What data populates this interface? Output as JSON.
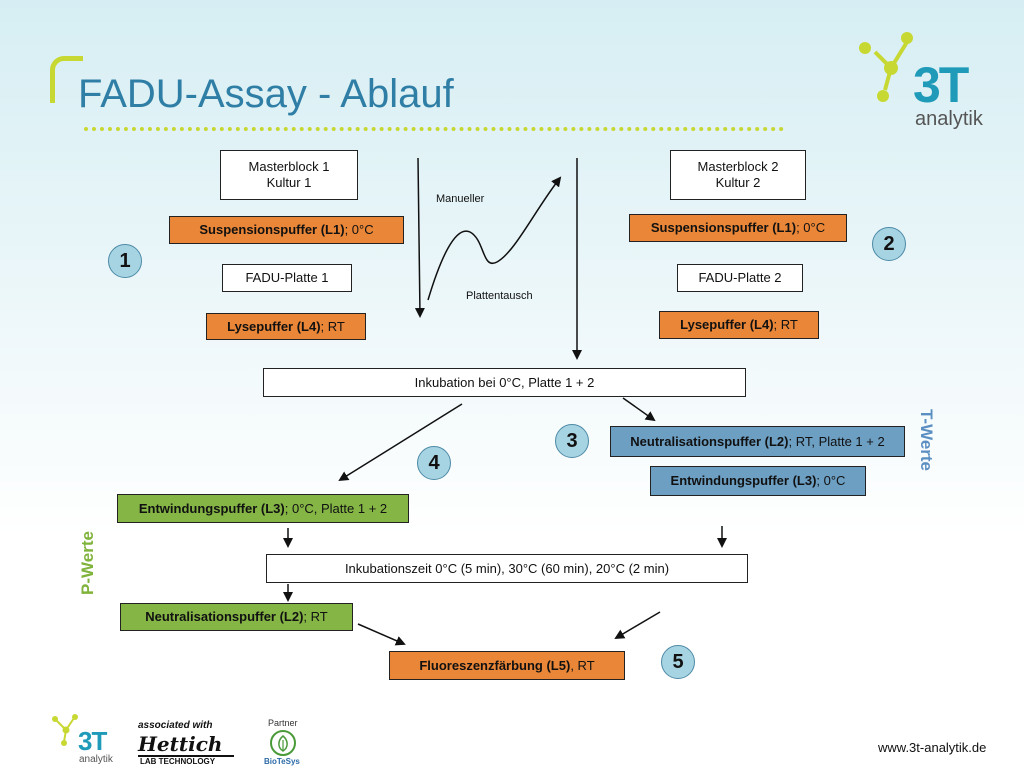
{
  "slide": {
    "title": "FADU-Assay - Ablauf",
    "footer_url": "www.3t-analytik.de"
  },
  "logo_main": {
    "mark": "3T",
    "sub": "analytik",
    "color": "#1f9ab8",
    "accent": "#c8d832"
  },
  "footer_logos": {
    "small_3t": {
      "mark": "3T",
      "sub": "analytik"
    },
    "associated_label": "associated with",
    "hettich_mark": "Hettich",
    "hettich_sub": "LAB TECHNOLOGY",
    "partner_label": "Partner",
    "biotesys": "BioTeSys"
  },
  "diagram": {
    "left_column": {
      "masterblock": [
        "Masterblock 1",
        "Kultur 1"
      ],
      "suspension": {
        "bold": "Suspensionspuffer (L1)",
        "rest": "; 0°C"
      },
      "plate": "FADU-Platte 1",
      "lyse": {
        "bold": "Lysepuffer (L4)",
        "rest": "; RT"
      }
    },
    "right_column": {
      "masterblock": [
        "Masterblock 2",
        "Kultur 2"
      ],
      "suspension": {
        "bold": "Suspensionspuffer (L1)",
        "rest": "; 0°C"
      },
      "plate": "FADU-Platte 2",
      "lyse": {
        "bold": "Lysepuffer (L4)",
        "rest": "; RT"
      }
    },
    "swap_labels": {
      "top": "Manueller",
      "bottom": "Plattentausch"
    },
    "incubation1": "Inkubation  bei 0°C, Platte 1 + 2",
    "t_branch": {
      "neutral": {
        "bold": "Neutralisationspuffer (L2)",
        "rest": "; RT, Platte 1 + 2"
      },
      "unwind": {
        "bold": "Entwindungspuffer (L3)",
        "rest": "; 0°C"
      }
    },
    "p_branch": {
      "unwind": {
        "bold": "Entwindungspuffer (L3)",
        "rest": "; 0°C, Platte 1 + 2"
      },
      "neutral": {
        "bold": "Neutralisationspuffer (L2)",
        "rest": "; RT"
      }
    },
    "incubation2": "Inkubationszeit  0°C (5 min), 30°C (60 min), 20°C (2 min)",
    "final": {
      "bold": "Fluoreszenzfärbung (L5)",
      "rest": ", RT"
    },
    "steps": [
      "1",
      "2",
      "3",
      "4",
      "5"
    ],
    "t_label": "T-Werte",
    "p_label": "P-Werte"
  },
  "colors": {
    "orange": "#ea8637",
    "blue": "#6d9fc3",
    "green": "#84b545",
    "title": "#2f7ea6",
    "accent": "#c8d832"
  }
}
